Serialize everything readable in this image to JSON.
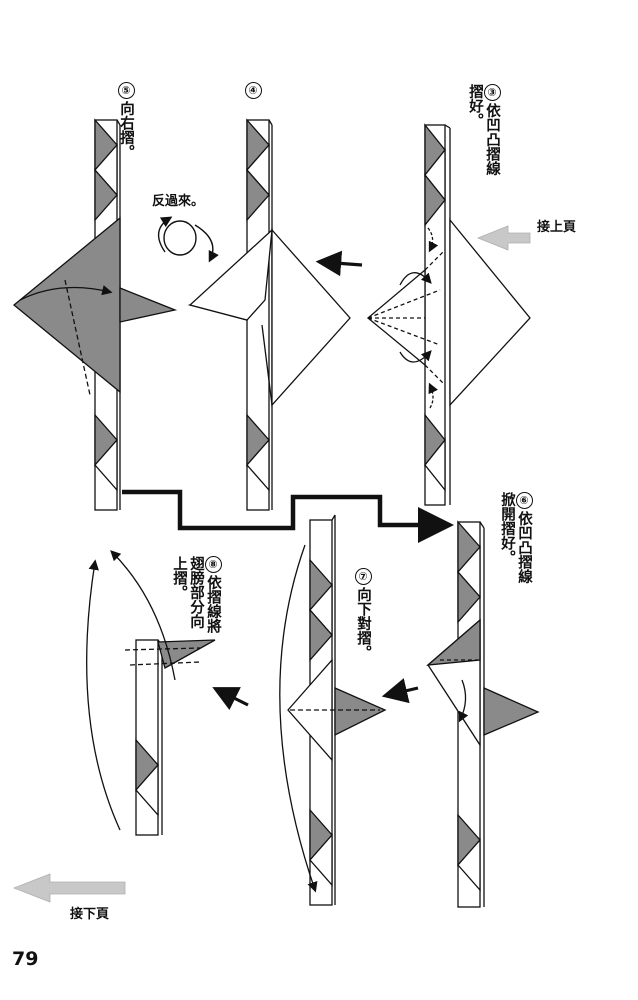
{
  "page_number": "79",
  "steps": [
    {
      "num": "③",
      "text": "依凹凸摺線摺好。"
    },
    {
      "num": "④",
      "text": ""
    },
    {
      "num": "⑤",
      "text": "向右摺。"
    },
    {
      "num": "⑥",
      "text": "依凹凸摺線掀開摺好。"
    },
    {
      "num": "⑦",
      "text": "向下對摺。"
    },
    {
      "num": "⑧",
      "text": "依摺線將翅膀部分向上摺。"
    }
  ],
  "flip_label": "反過來。",
  "continue_from_label": "接上頁",
  "continue_to_label": "接下頁",
  "colors": {
    "ink": "#111111",
    "shade": "#8a8a8a",
    "arrow_gray": "#c8c8c8"
  }
}
